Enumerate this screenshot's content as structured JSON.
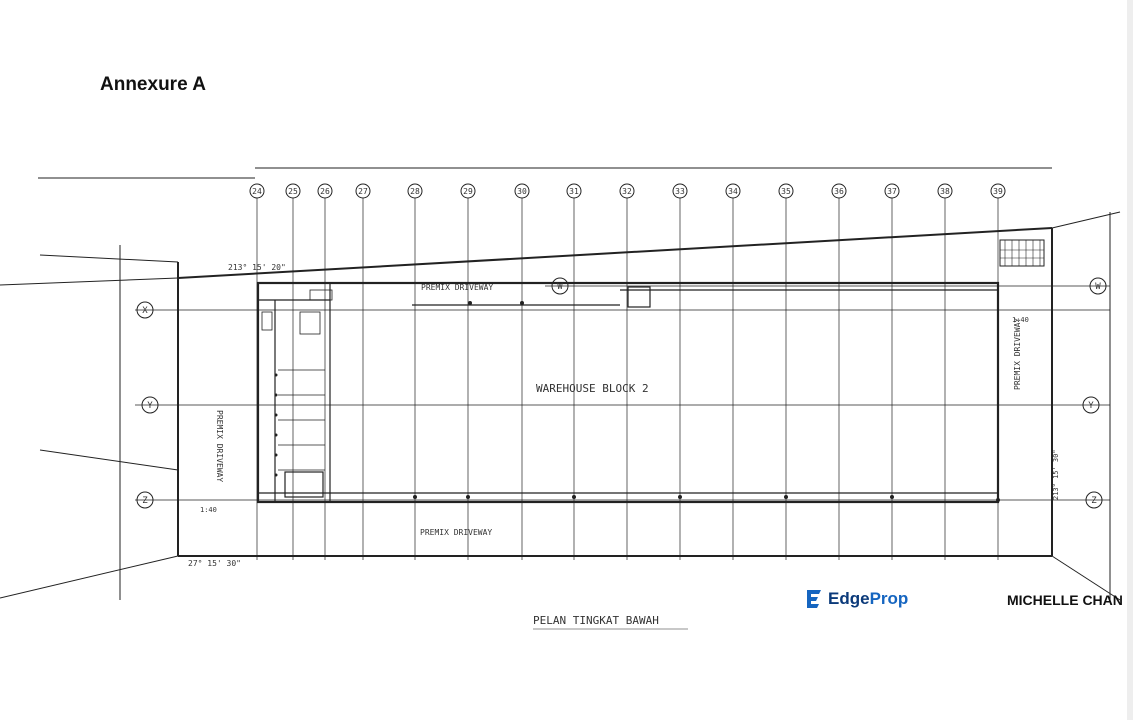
{
  "header": {
    "title": "Annexure A"
  },
  "plan": {
    "grid_columns": [
      "24",
      "25",
      "26",
      "27",
      "28",
      "29",
      "30",
      "31",
      "32",
      "33",
      "34",
      "35",
      "36",
      "37",
      "38",
      "39"
    ],
    "grid_rows_left": [
      "X",
      "Y",
      "Z"
    ],
    "grid_rows_right": [
      "W",
      "Y",
      "Z"
    ],
    "grid_row_mid": "W",
    "block_label": "WAREHOUSE   BLOCK 2",
    "driveway_top": "PREMIX DRIVEWAY",
    "driveway_bottom": "PREMIX DRIVEWAY",
    "driveway_left": "PREMIX DRIVEWAY",
    "driveway_right": "PREMIX DRIVEWAY",
    "angle_top": "213° 15' 20\"",
    "angle_bottom": "27° 15' 30\"",
    "angle_right": "213° 15' 30\"",
    "slope": "1:40",
    "title": "PELAN   TINGKAT   BAWAH"
  },
  "watermark": {
    "brand_edge": "Edge",
    "brand_prop": "Prop",
    "agent": "MICHELLE CHAN"
  }
}
